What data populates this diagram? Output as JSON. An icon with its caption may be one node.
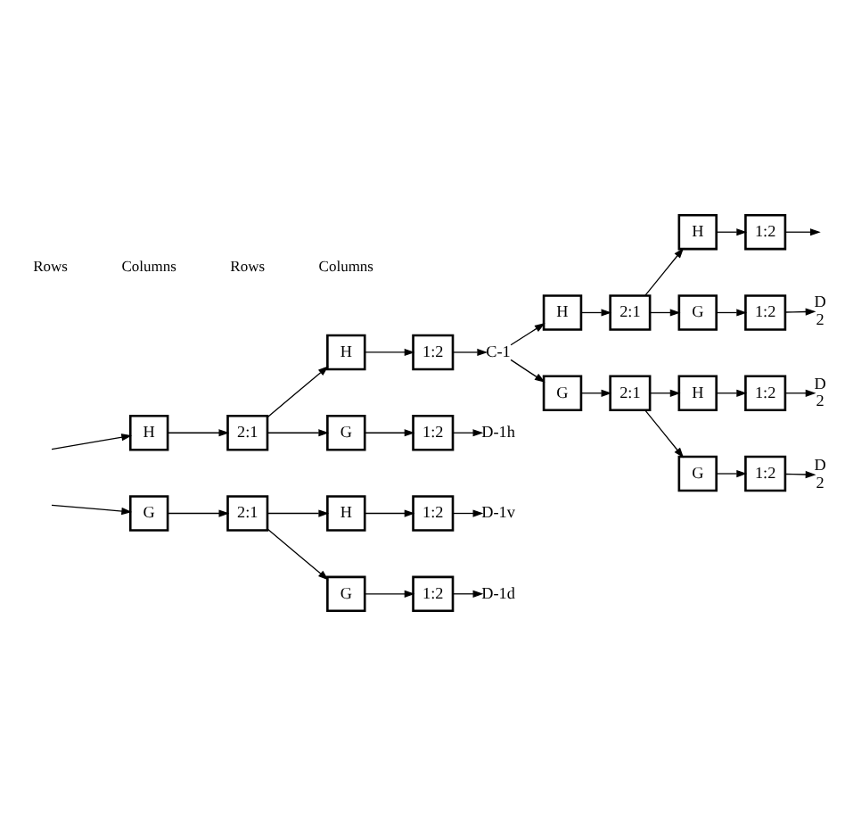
{
  "diagram": {
    "nodes": [
      {
        "text": [
          "H"
        ]
      },
      {
        "text": [
          "2:1"
        ]
      },
      {
        "text": [
          "G"
        ]
      },
      {
        "text": [
          "2:1"
        ]
      },
      {
        "text": [
          "H"
        ]
      },
      {
        "text": [
          "1:2"
        ]
      },
      {
        "text": [
          "G"
        ]
      },
      {
        "text": [
          "1:2"
        ]
      },
      {
        "text": [
          "H"
        ]
      },
      {
        "text": [
          "1:2"
        ]
      },
      {
        "text": [
          "G"
        ]
      },
      {
        "text": [
          "1:2"
        ]
      },
      {
        "text": [
          "C-1"
        ]
      },
      {
        "text": [
          "D-1h"
        ]
      },
      {
        "text": [
          "D-1v"
        ]
      },
      {
        "text": [
          "D-1d"
        ]
      },
      {
        "text": [
          "H"
        ]
      },
      {
        "text": [
          "2:1"
        ]
      },
      {
        "text": [
          "G"
        ]
      },
      {
        "text": [
          "2:1"
        ]
      },
      {
        "text": [
          "H"
        ]
      },
      {
        "text": [
          "1:2"
        ]
      },
      {
        "text": [
          "G"
        ]
      },
      {
        "text": [
          "1:2"
        ]
      },
      {
        "text": [
          "H"
        ]
      },
      {
        "text": [
          "1:2"
        ]
      },
      {
        "text": [
          "G"
        ]
      },
      {
        "text": [
          "1:2"
        ]
      },
      {
        "text": [
          "D",
          "2"
        ]
      },
      {
        "text": [
          "D",
          "2"
        ]
      },
      {
        "text": [
          "D",
          "2"
        ]
      }
    ],
    "edges": [
      {
        "from": null,
        "to": 0,
        "arrow": "to"
      },
      {
        "from": null,
        "to": 2,
        "arrow": "to"
      },
      {
        "from": 0,
        "to": 1,
        "arrow": "to"
      },
      {
        "from": 1,
        "to": 4,
        "arrow": "to"
      },
      {
        "from": 1,
        "to": 6,
        "arrow": "to"
      },
      {
        "from": 4,
        "to": 5,
        "arrow": "to"
      },
      {
        "from": 6,
        "to": 7,
        "arrow": "to"
      },
      {
        "from": 2,
        "to": 3,
        "arrow": "to"
      },
      {
        "from": 3,
        "to": 8,
        "arrow": "to"
      },
      {
        "from": 3,
        "to": 10,
        "arrow": "to"
      },
      {
        "from": 8,
        "to": 9,
        "arrow": "to"
      },
      {
        "from": 10,
        "to": 11,
        "arrow": "to"
      },
      {
        "from": 5,
        "to": 12,
        "arrow": "to"
      },
      {
        "from": 7,
        "to": 13,
        "arrow": "to"
      },
      {
        "from": 9,
        "to": 14,
        "arrow": "to"
      },
      {
        "from": 11,
        "to": 15,
        "arrow": "to"
      },
      {
        "from": 12,
        "to": 16,
        "arrow": "to"
      },
      {
        "from": 12,
        "to": 18,
        "arrow": "to"
      },
      {
        "from": 16,
        "to": 17,
        "arrow": "to"
      },
      {
        "from": 17,
        "to": 20,
        "arrow": "to"
      },
      {
        "from": 17,
        "to": 22,
        "arrow": "to"
      },
      {
        "from": 18,
        "to": 19,
        "arrow": "to"
      },
      {
        "from": 19,
        "to": 24,
        "arrow": "to"
      },
      {
        "from": 19,
        "to": 26,
        "arrow": "to"
      },
      {
        "from": 20,
        "to": 21,
        "arrow": "to"
      },
      {
        "from": 22,
        "to": 23,
        "arrow": "to"
      },
      {
        "from": 24,
        "to": 25,
        "arrow": "to"
      },
      {
        "from": 26,
        "to": 27,
        "arrow": "to"
      },
      {
        "from": 21,
        "to": null,
        "arrow": "to"
      },
      {
        "from": 23,
        "to": 28,
        "arrow": "to"
      },
      {
        "from": 25,
        "to": 29,
        "arrow": "to"
      },
      {
        "from": 27,
        "to": 30,
        "arrow": "to"
      }
    ],
    "labels": [
      "Rows",
      "Columns",
      "Rows",
      "Columns"
    ]
  }
}
